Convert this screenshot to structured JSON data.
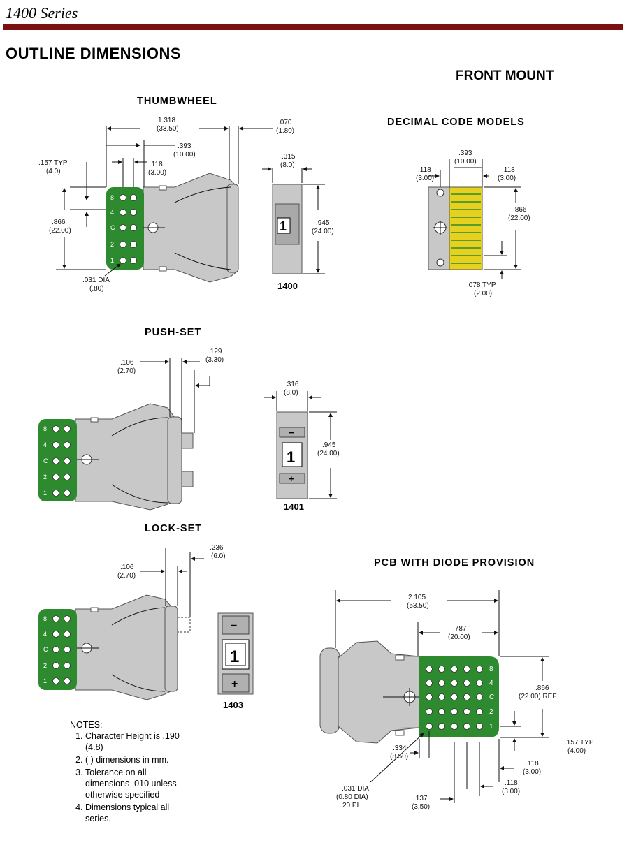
{
  "header": {
    "series": "1400 Series",
    "section": "OUTLINE DIMENSIONS",
    "mount": "FRONT MOUNT"
  },
  "labels": {
    "thumbwheel": "THUMBWHEEL",
    "decimal": "DECIMAL CODE MODELS",
    "pushset": "PUSH-SET",
    "lockset": "LOCK-SET",
    "pcb": "PCB WITH DIODE PROVISION"
  },
  "parts": {
    "thumbwheel": "1400",
    "pushset": "1401",
    "lockset": "1403"
  },
  "digit": "1",
  "minus": "−",
  "plus": "+",
  "pads": [
    "8",
    "4",
    "C",
    "2",
    "1"
  ],
  "dims": {
    "t_1318": "1.318",
    "t_3350": "(33.50)",
    "t_070": ".070",
    "t_180": "(1.80)",
    "t_393": ".393",
    "t_1000": "(10.00)",
    "t_157": ".157 TYP",
    "t_40": "(4.0)",
    "t_118": ".118",
    "t_300": "(3.00)",
    "t_866": ".866",
    "t_2200": "(22.00)",
    "t_031": ".031 DIA",
    "t_080": "(.80)",
    "t_315": ".315",
    "t_80": "(8.0)",
    "t_945": ".945",
    "t_2400": "(24.00)",
    "d_393": ".393",
    "d_1000": "(10.00)",
    "d_118a": ".118",
    "d_300a": "(3.00)",
    "d_118b": ".118",
    "d_300b": "(3.00)",
    "d_866": ".866",
    "d_2200": "(22.00)",
    "d_078": ".078 TYP",
    "d_200": "(2.00)",
    "p_106": ".106",
    "p_270": "(2.70)",
    "p_129": ".129",
    "p_330": "(3.30)",
    "p_316": ".316",
    "p_80": "(8.0)",
    "p_945": ".945",
    "p_2400": "(24.00)",
    "l_106": ".106",
    "l_270": "(2.70)",
    "l_236": ".236",
    "l_60": "(6.0)",
    "c_2105": "2.105",
    "c_5350": "(53.50)",
    "c_787": ".787",
    "c_2000": "(20.00)",
    "c_866": ".866",
    "c_2200": "(22.00) REF",
    "c_157": ".157 TYP",
    "c_400": "(4.00)",
    "c_334": ".334",
    "c_850": "(8.50)",
    "c_118a": ".118",
    "c_300a": "(3.00)",
    "c_118b": ".118",
    "c_300b": "(3.00)",
    "c_031": ".031 DIA",
    "c_080": "(0.80 DIA)",
    "c_20pl": "20 PL",
    "c_137": ".137",
    "c_350": "(3.50)"
  },
  "notes": {
    "title": "NOTES:",
    "items": [
      "Character Height is .190 (4.8)",
      "(    ) dimensions in mm.",
      "Tolerance on all dimensions .010 unless otherwise specified",
      "Dimensions typical all series."
    ]
  },
  "colors": {
    "rule": "#7a1010",
    "pcb_green": "#2e8a2e",
    "body_gray": "#c8c8c8",
    "decimal_yellow": "#e6d020"
  }
}
